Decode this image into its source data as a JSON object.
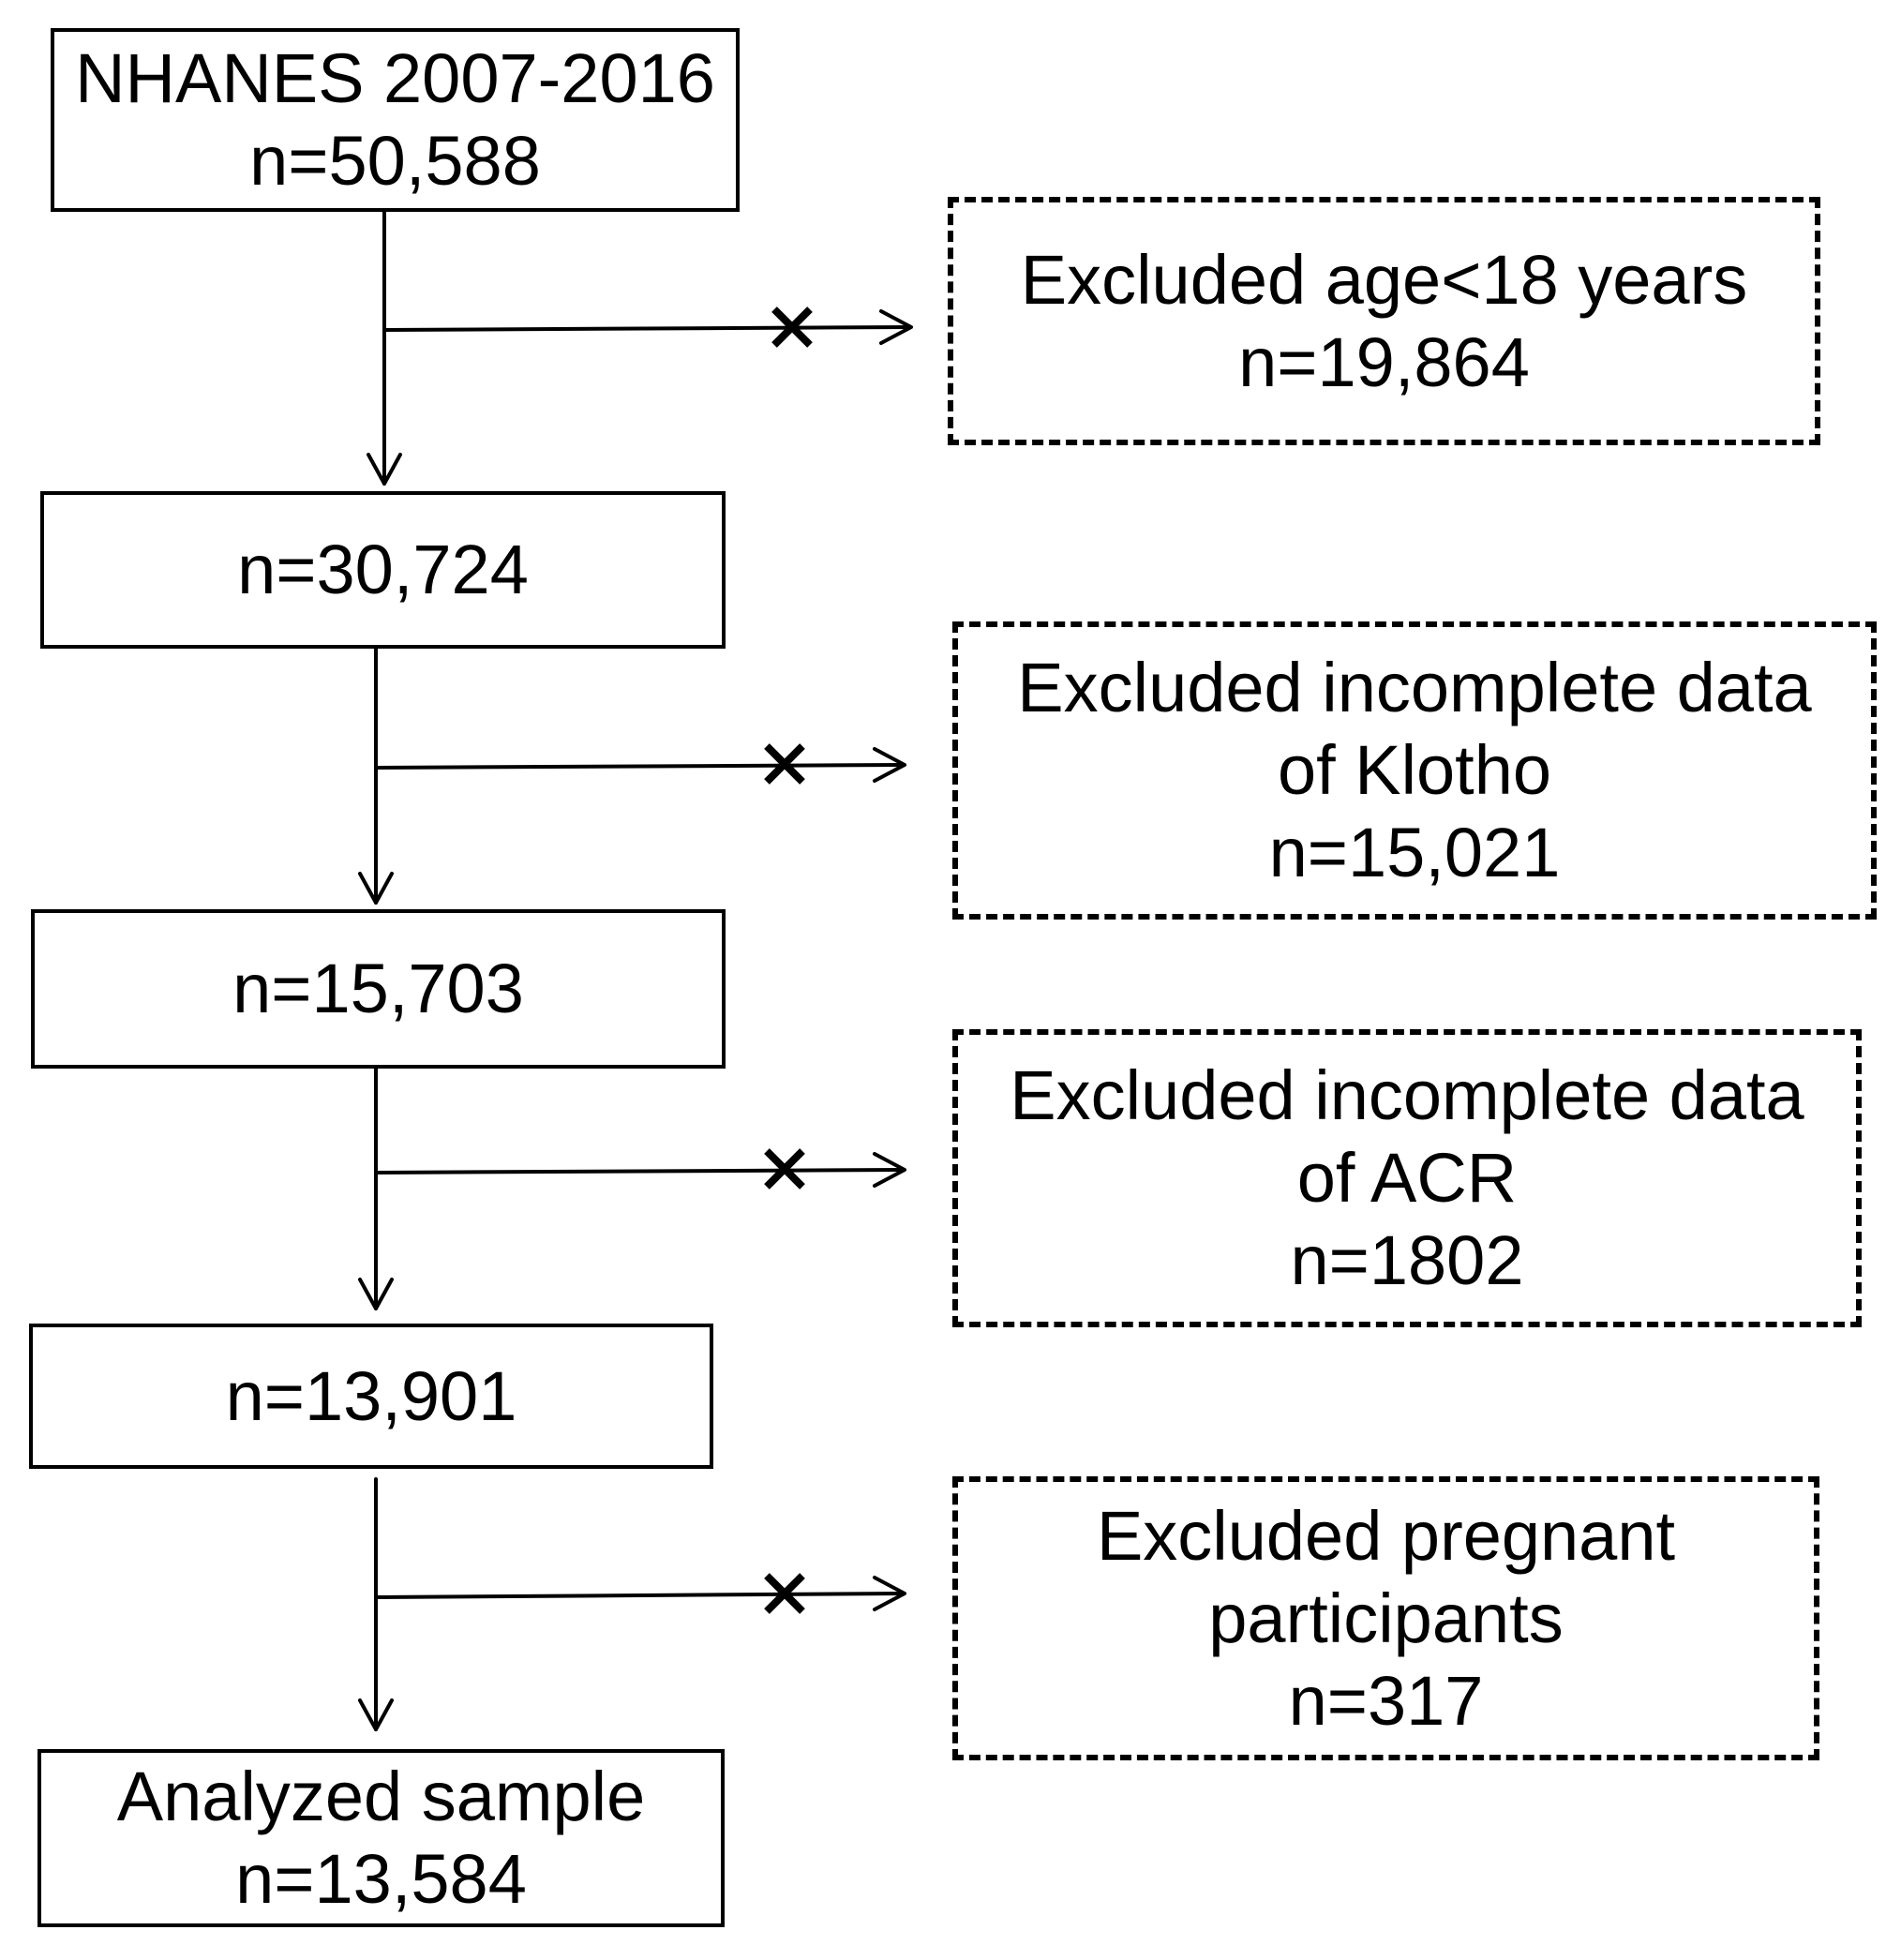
{
  "main_boxes": [
    {
      "lines": [
        "NHANES 2007-2016",
        "n=50,588"
      ]
    },
    {
      "lines": [
        "n=30,724"
      ]
    },
    {
      "lines": [
        "n=15,703"
      ]
    },
    {
      "lines": [
        "n=13,901"
      ]
    },
    {
      "lines": [
        "Analyzed sample",
        "n=13,584"
      ]
    }
  ],
  "exclusion_boxes": [
    {
      "lines": [
        "Excluded age<18 years",
        "n=19,864"
      ]
    },
    {
      "lines": [
        "Excluded incomplete data",
        "of Klotho",
        "n=15,021"
      ]
    },
    {
      "lines": [
        "Excluded incomplete data",
        "of ACR",
        "n=1802"
      ]
    },
    {
      "lines": [
        "Excluded pregnant",
        "participants",
        "n=317"
      ]
    }
  ],
  "colors": {
    "stroke": "#000000",
    "background": "#ffffff"
  }
}
